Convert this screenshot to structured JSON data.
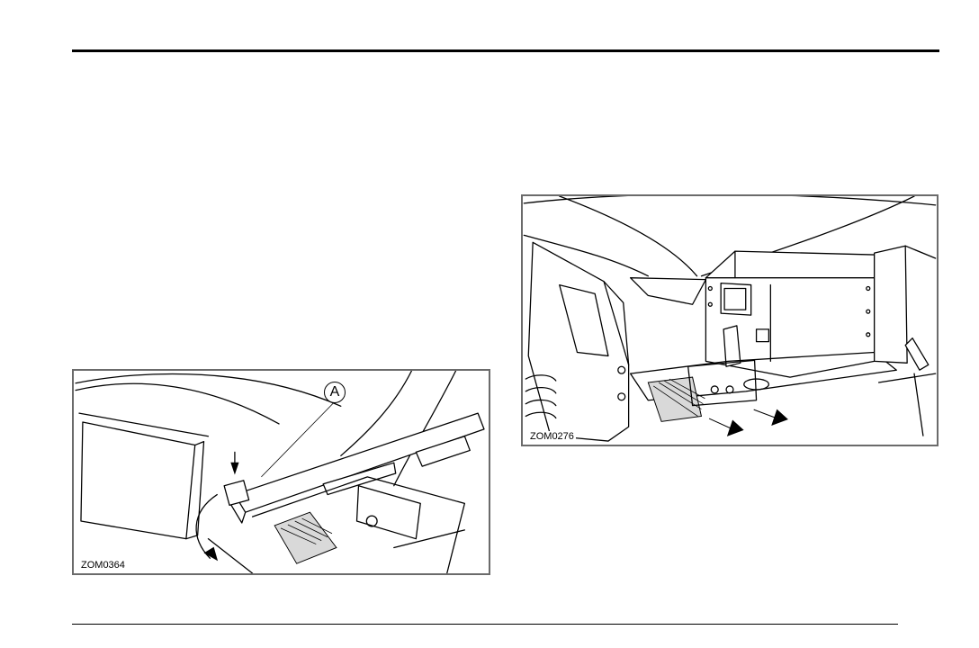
{
  "figures": {
    "left": {
      "code": "ZOM0364",
      "callout": "A"
    },
    "right": {
      "code": "ZOM0276"
    }
  }
}
